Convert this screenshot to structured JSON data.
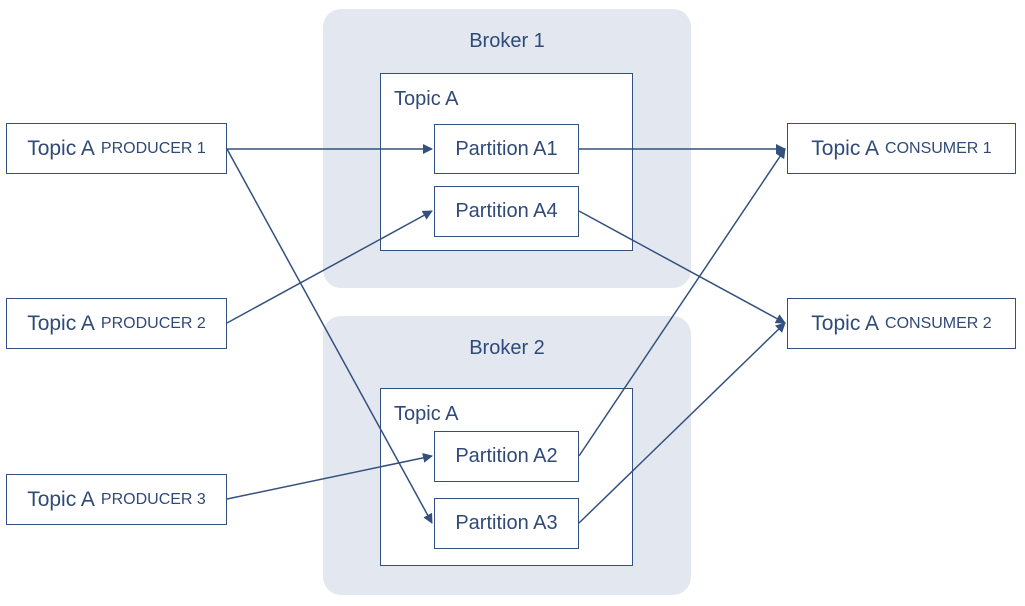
{
  "brokers": [
    {
      "title": "Broker 1",
      "topic_label": "Topic A",
      "partitions": [
        "Partition A1",
        "Partition A4"
      ]
    },
    {
      "title": "Broker 2",
      "topic_label": "Topic A",
      "partitions": [
        "Partition A2",
        "Partition A3"
      ]
    }
  ],
  "producers": [
    {
      "main": "Topic A",
      "sub": "PRODUCER 1"
    },
    {
      "main": "Topic A",
      "sub": "PRODUCER 2"
    },
    {
      "main": "Topic A",
      "sub": "PRODUCER 3"
    }
  ],
  "consumers": [
    {
      "main": "Topic A",
      "sub": "CONSUMER 1"
    },
    {
      "main": "Topic A",
      "sub": "CONSUMER 2"
    }
  ],
  "colors": {
    "stroke": "#34507e",
    "text": "#2f4a78",
    "broker_bg": "#e3e8f0"
  }
}
